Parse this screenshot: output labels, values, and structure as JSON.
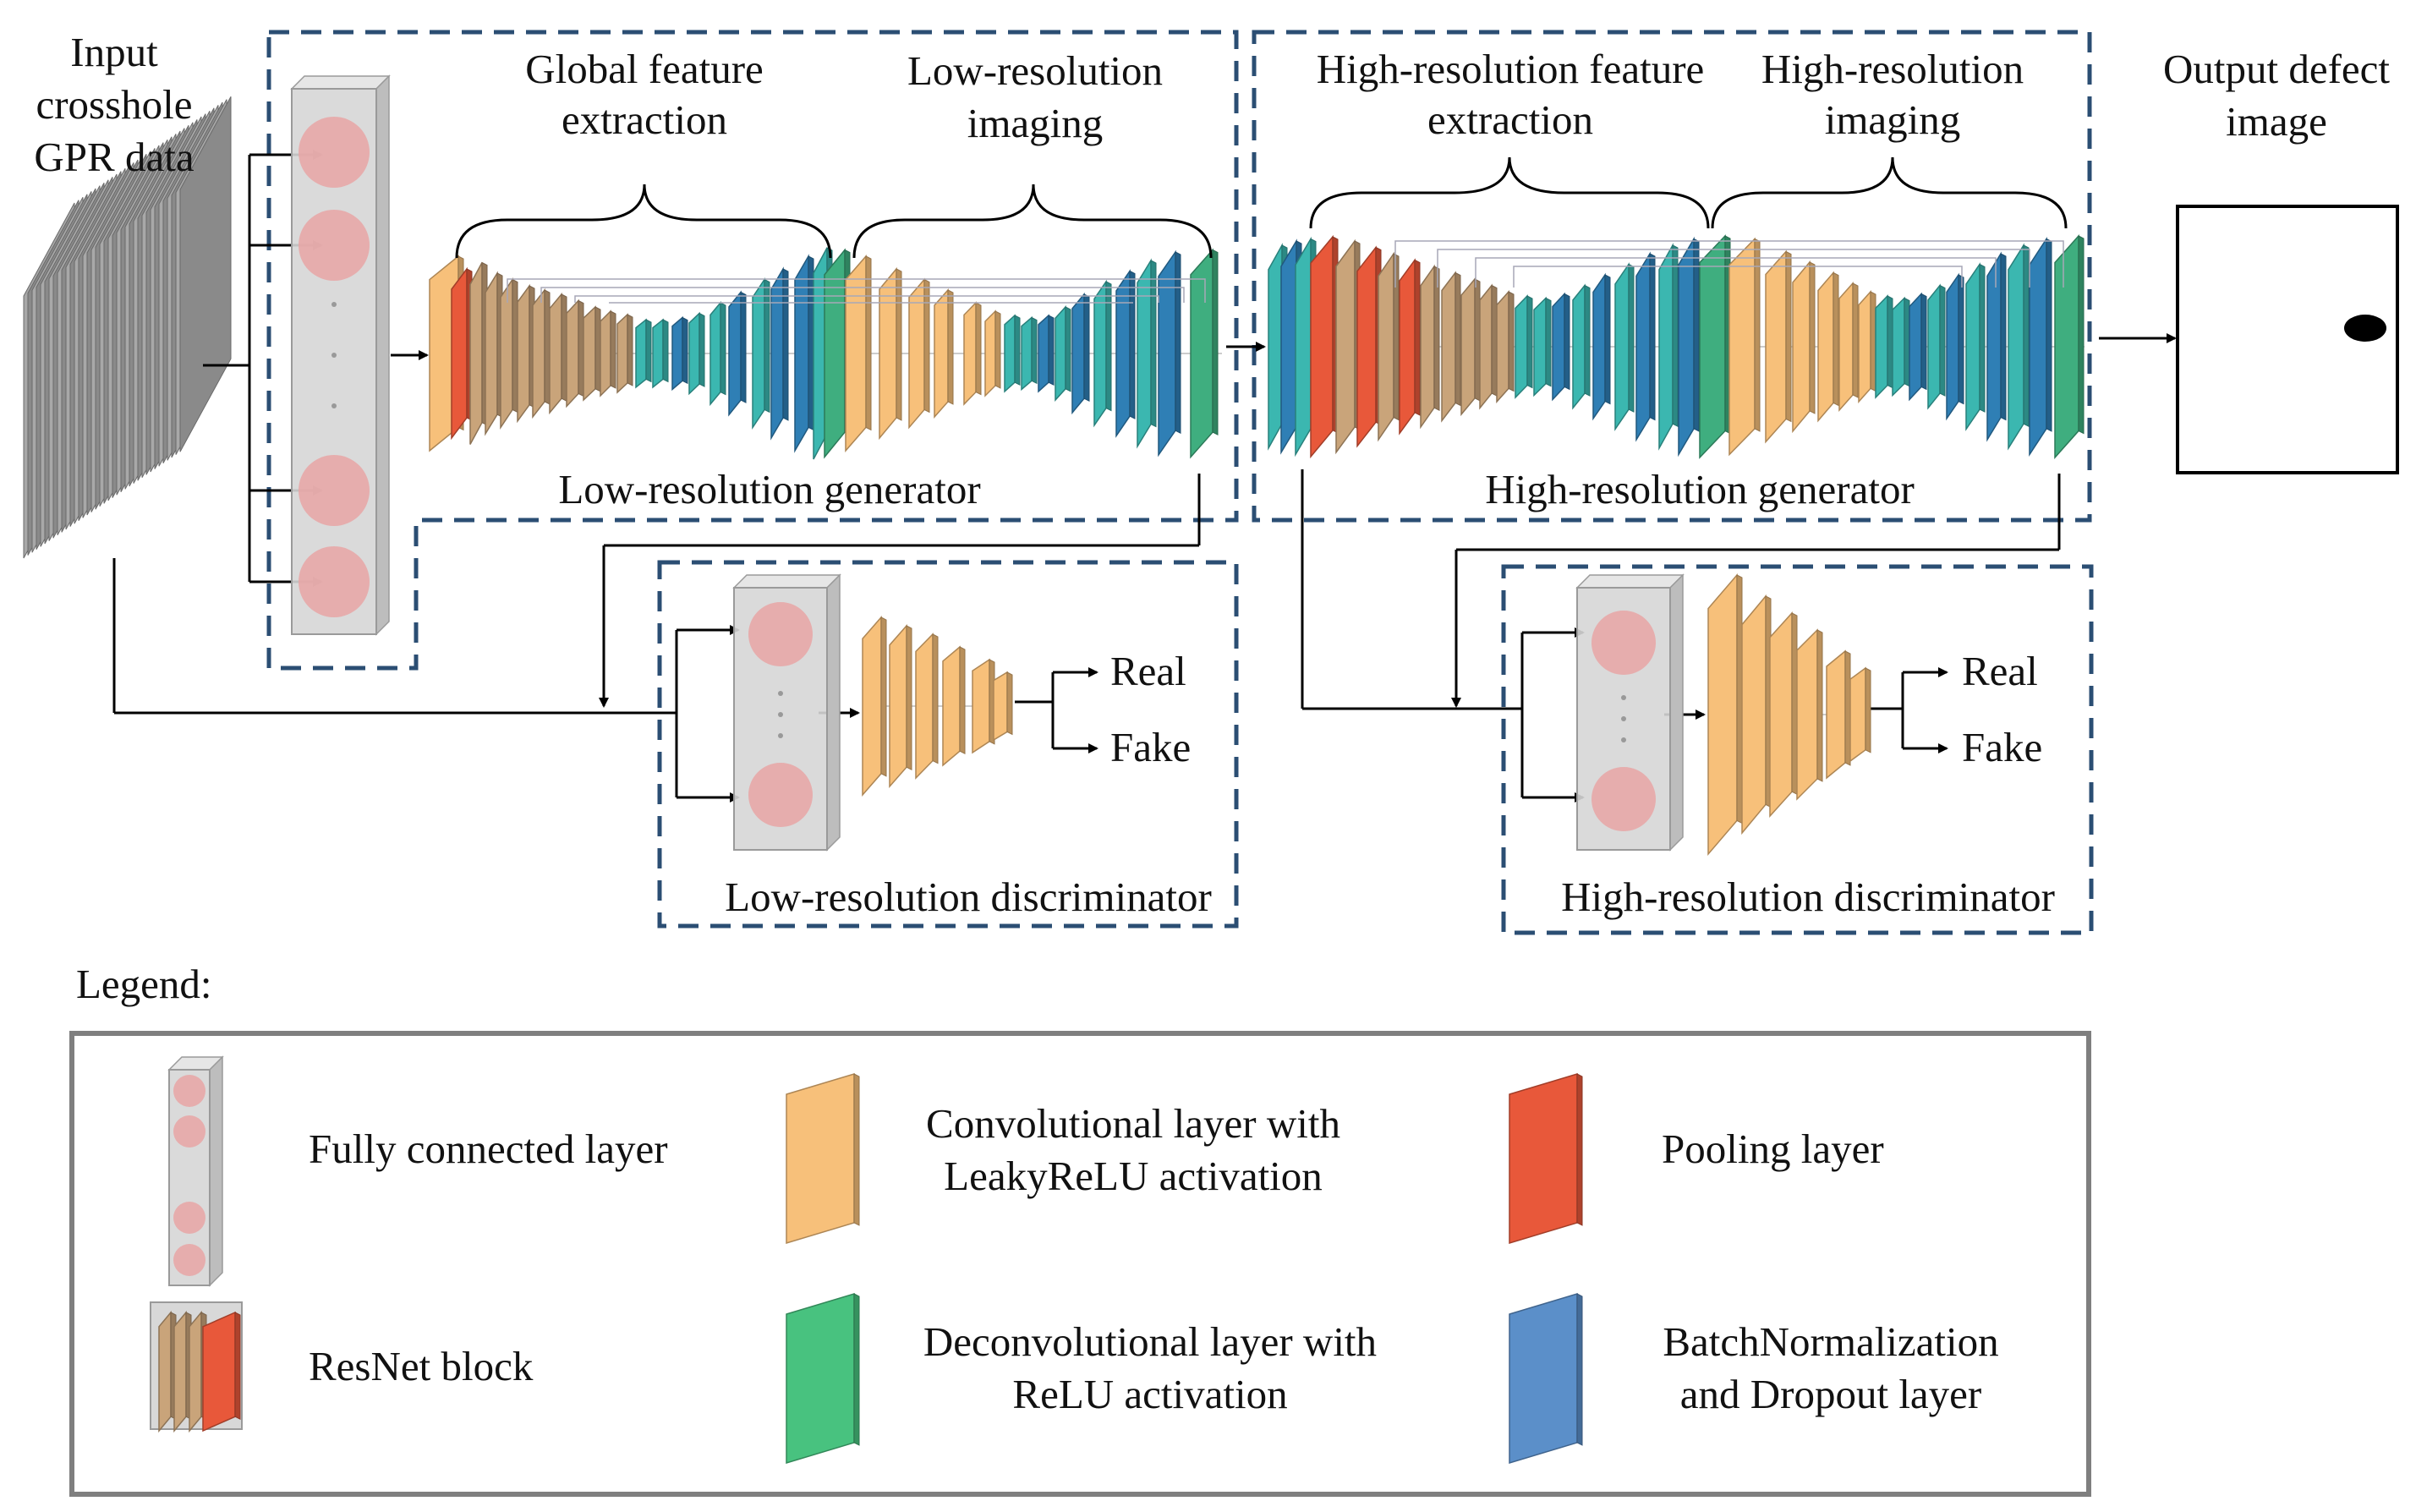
{
  "input": {
    "label_lines": [
      "Input",
      "crosshole",
      "GPR data"
    ]
  },
  "low_res": {
    "brace_left": [
      "Global feature",
      "extraction"
    ],
    "brace_right": [
      "Low-resolution",
      "imaging"
    ],
    "generator_label": "Low-resolution generator",
    "discriminator_label": "Low-resolution discriminator"
  },
  "high_res": {
    "brace_left": [
      "High-resolution feature",
      "extraction"
    ],
    "brace_right": [
      "High-resolution",
      "imaging"
    ],
    "generator_label": "High-resolution generator",
    "discriminator_label": "High-resolution discriminator"
  },
  "output": {
    "label_lines": [
      "Output defect",
      "image"
    ]
  },
  "outputs": {
    "real": "Real",
    "fake": "Fake"
  },
  "legend": {
    "title": "Legend:",
    "items": [
      {
        "key": "fc",
        "lines": [
          "Fully connected layer"
        ]
      },
      {
        "key": "conv",
        "lines": [
          "Convolutional layer with",
          "LeakyReLU activation"
        ]
      },
      {
        "key": "pool",
        "lines": [
          "Pooling layer"
        ]
      },
      {
        "key": "resnet",
        "lines": [
          "ResNet block"
        ]
      },
      {
        "key": "deconv",
        "lines": [
          "Deconvolutional layer with",
          "ReLU activation"
        ]
      },
      {
        "key": "bn",
        "lines": [
          "BatchNormalization",
          "and Dropout layer"
        ]
      }
    ]
  },
  "colors": {
    "conv": "#f7c07a",
    "deconv": "#3fae7f",
    "pool": "#e8583a",
    "bn": "#2f7fb5",
    "teal": "#3bb7b0",
    "resnet": "#c9a47a",
    "fc": "#d6d6d6",
    "node": "#e8a4a4",
    "dash": "#2b4e73"
  }
}
